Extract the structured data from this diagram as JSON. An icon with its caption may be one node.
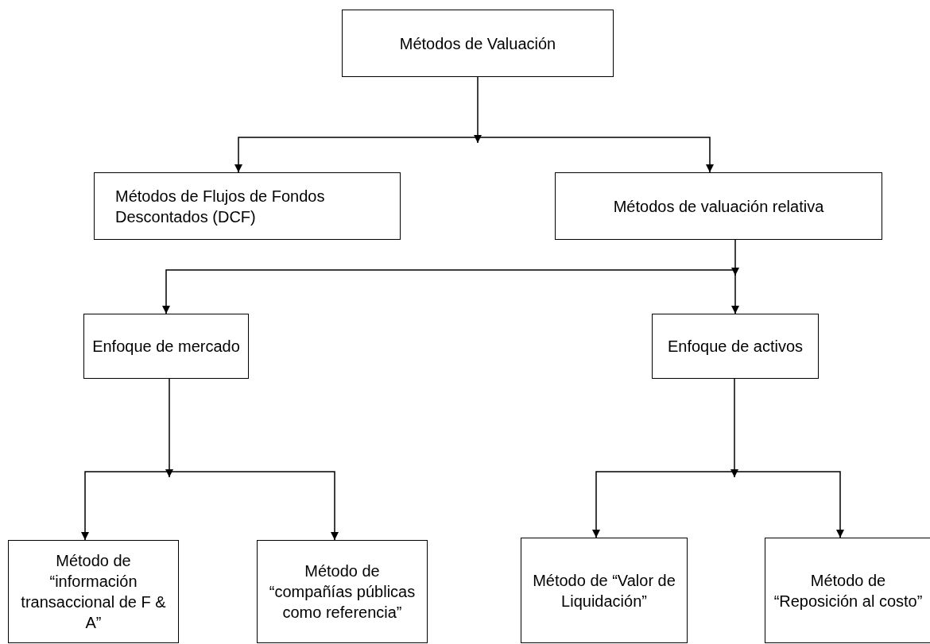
{
  "diagram": {
    "nodes": [
      {
        "text": [
          "Métodos de Valuación"
        ]
      },
      {
        "text": [
          "Métodos de Flujos de Fondos Descontados (DCF)"
        ]
      },
      {
        "text": [
          "Métodos de valuación relativa"
        ]
      },
      {
        "text": [
          "Enfoque de mercado"
        ]
      },
      {
        "text": [
          "Enfoque de activos"
        ]
      },
      {
        "text": [
          "Método de “información transaccional de F & A”"
        ]
      },
      {
        "text": [
          "Método  de “compañías públicas como referencia”"
        ]
      },
      {
        "text": [
          "Método  de “Valor de Liquidación”"
        ]
      },
      {
        "text": [
          "Método  de “Reposición al costo”"
        ]
      }
    ],
    "edges": [
      {
        "from": 0,
        "to": 1,
        "arrow": "to"
      },
      {
        "from": 0,
        "to": 2,
        "arrow": "to"
      },
      {
        "from": 2,
        "to": 3,
        "arrow": "to"
      },
      {
        "from": 2,
        "to": 4,
        "arrow": "to"
      },
      {
        "from": 3,
        "to": 5,
        "arrow": "to"
      },
      {
        "from": 3,
        "to": 6,
        "arrow": "to"
      },
      {
        "from": 4,
        "to": 7,
        "arrow": "to"
      },
      {
        "from": 4,
        "to": 8,
        "arrow": "to"
      }
    ]
  }
}
